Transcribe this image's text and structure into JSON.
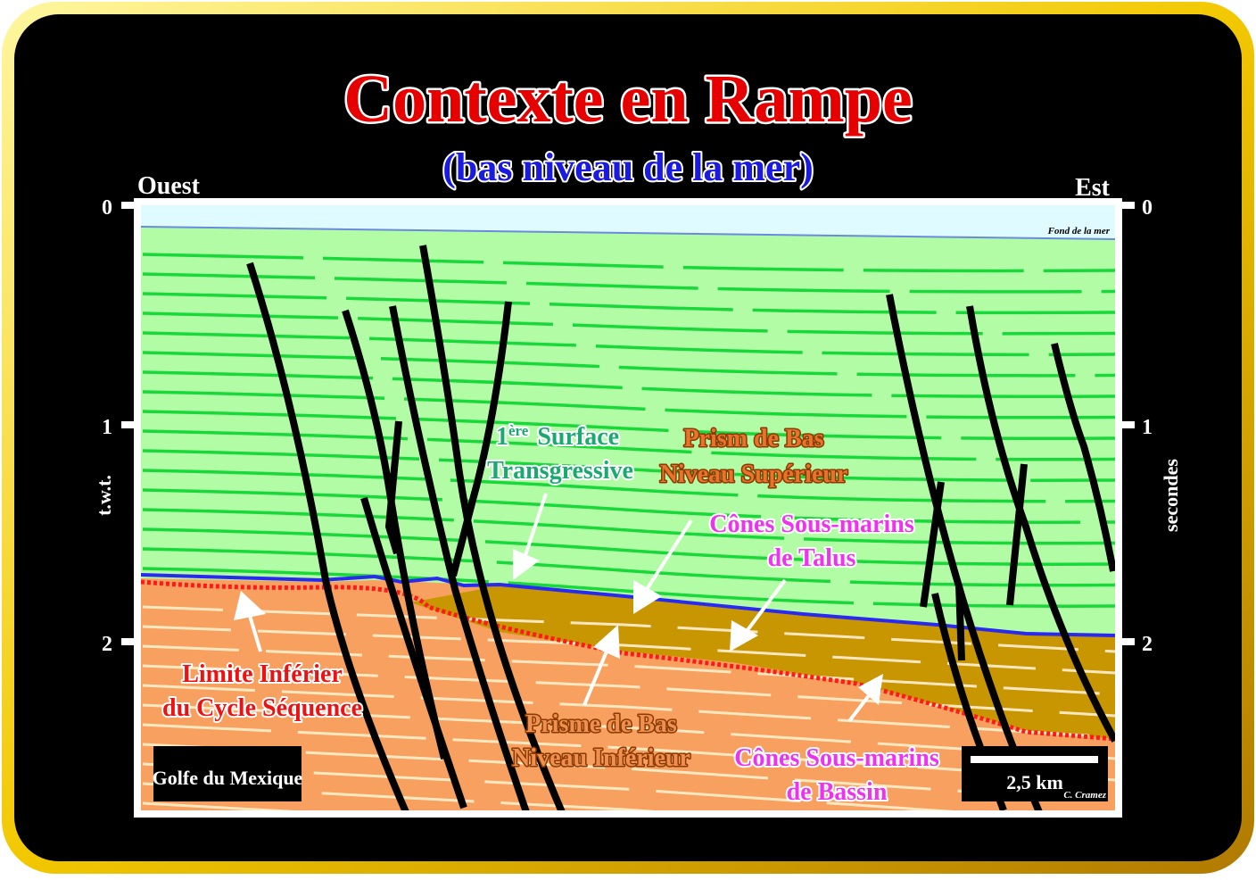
{
  "title": "Contexte en Rampe",
  "subtitle": "(bas niveau de la mer)",
  "direction": {
    "west": "Ouest",
    "east": "Est"
  },
  "axis": {
    "left_label": "t.w.t.",
    "right_label": "secondes",
    "ticks": [
      "0",
      "1",
      "2"
    ]
  },
  "labels": {
    "sea_floor": "Fond de la mer",
    "transgressive_sup": "ère",
    "transgressive_num": "1",
    "transgressive_line1": "Surface",
    "transgressive_line2": "Transgressive",
    "upper_prism_line1": "Prism de Bas",
    "upper_prism_line2": "Niveau Supérieur",
    "slope_fans_line1": "Cônes Sous-marins",
    "slope_fans_line2": "de Talus",
    "lower_limit_line1": "Limite Inférier",
    "lower_limit_line2": "du Cycle Séquence",
    "lower_prism_line1": "Prisme de Bas",
    "lower_prism_line2": "Niveau Inférieur",
    "basin_fans_line1": "Cônes Sous-marins",
    "basin_fans_line2": "de Bassin",
    "location": "Golfe du Mexique",
    "scale": "2,5  km",
    "author": "C. Cramez"
  },
  "colors": {
    "frame_gold": "#f2d200",
    "background": "#000000",
    "water": "#e0fbff",
    "highstand_green": "#b3fca6",
    "reflector_green": "#18d83a",
    "lowstand_orange": "#f7a060",
    "prism_brown": "#c89600",
    "boundary_red": "#ff1a1a",
    "surface_blue": "#2a2aee",
    "title_red": "#e60000",
    "subtitle_blue": "#1a1ae0"
  }
}
